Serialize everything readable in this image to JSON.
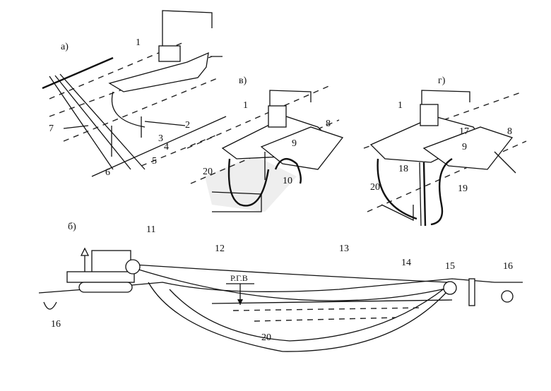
{
  "panels": {
    "a": {
      "label": "а)",
      "numbers": [
        "1",
        "7",
        "2",
        "3",
        "4",
        "5",
        "6"
      ]
    },
    "v": {
      "label": "в)",
      "numbers": [
        "1",
        "8",
        "9",
        "10",
        "20"
      ]
    },
    "g": {
      "label": "г)",
      "numbers": [
        "1",
        "17",
        "8",
        "9",
        "18",
        "19",
        "20"
      ]
    },
    "b": {
      "label": "б)",
      "numbers": [
        "11",
        "12",
        "13",
        "14",
        "15",
        "16",
        "16",
        "20"
      ],
      "water_level": "Р.Г.В"
    }
  }
}
